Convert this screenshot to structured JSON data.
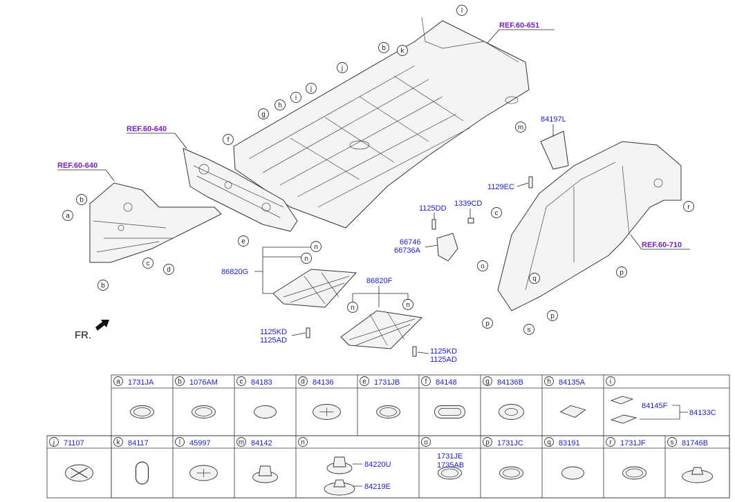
{
  "references": {
    "ref_651": "REF.60-651",
    "ref_640_mid": "REF.60-640",
    "ref_640_left": "REF.60-640",
    "ref_710": "REF.60-710"
  },
  "fr_label": "FR.",
  "callouts": {
    "c_84197L": "84197L",
    "c_1129EC": "1129EC",
    "c_1125DD": "1125DD",
    "c_1339CD": "1339CD",
    "c_66746": "66746",
    "c_66736A": "66736A",
    "c_86820G": "86820G",
    "c_86820F": "86820F",
    "c_1125KD_a": "1125KD",
    "c_1125AD_a": "1125AD",
    "c_1125KD_b": "1125KD",
    "c_1125AD_b": "1125AD"
  },
  "letters": {
    "a": "a",
    "b": "b",
    "c": "c",
    "d": "d",
    "e": "e",
    "f": "f",
    "g": "g",
    "h": "h",
    "i": "i",
    "j": "j",
    "k": "k",
    "l": "l",
    "m": "m",
    "n": "n",
    "o": "o",
    "p": "p",
    "q": "q",
    "r": "r",
    "s": "s"
  },
  "parts_table": {
    "row1": [
      {
        "letter": "a",
        "code": "1731JA"
      },
      {
        "letter": "b",
        "code": "1076AM"
      },
      {
        "letter": "c",
        "code": "84183"
      },
      {
        "letter": "d",
        "code": "84136"
      },
      {
        "letter": "e",
        "code": "1731JB"
      },
      {
        "letter": "f",
        "code": "84148"
      },
      {
        "letter": "g",
        "code": "84136B"
      },
      {
        "letter": "h",
        "code": "84135A"
      },
      {
        "letter": "i",
        "code": "",
        "codes": [
          "84145F",
          "84133C"
        ]
      }
    ],
    "row2": [
      {
        "letter": "j",
        "code": "71107"
      },
      {
        "letter": "k",
        "code": "84117"
      },
      {
        "letter": "l",
        "code": "45997"
      },
      {
        "letter": "m",
        "code": "84142"
      },
      {
        "letter": "n",
        "code": "",
        "codes": [
          "84220U",
          "84219E"
        ]
      },
      {
        "letter": "o",
        "code": "",
        "codes": [
          "1731JE",
          "1735AB"
        ]
      },
      {
        "letter": "p",
        "code": "1731JC"
      },
      {
        "letter": "q",
        "code": "83191"
      },
      {
        "letter": "r",
        "code": "1731JF"
      },
      {
        "letter": "s",
        "code": "81746B"
      }
    ]
  },
  "colors": {
    "callout": "#1a1adc",
    "reference": "#7a1fc0"
  }
}
